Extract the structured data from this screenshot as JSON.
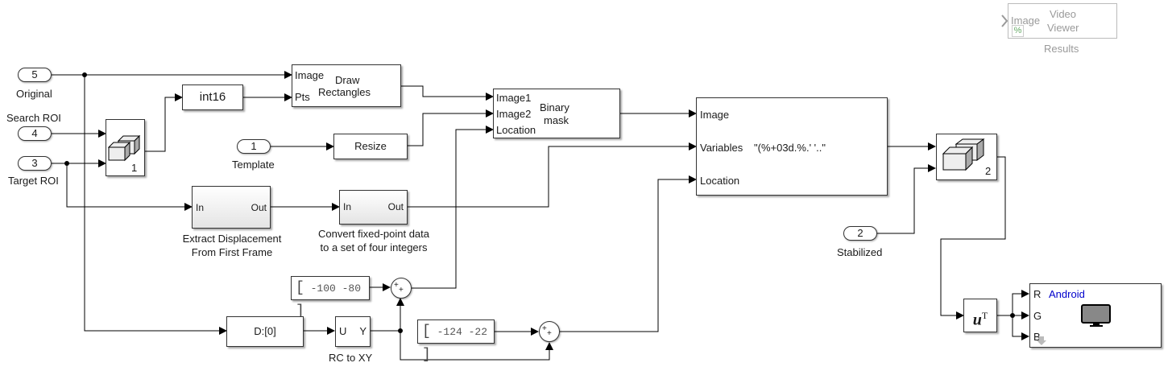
{
  "model": {
    "inports": [
      {
        "number": "5",
        "label": "Original"
      },
      {
        "number": "4",
        "label": "Search ROI"
      },
      {
        "number": "3",
        "label": "Target ROI"
      },
      {
        "number": "1",
        "label": "Template"
      },
      {
        "number": "2",
        "label": "Stabilized"
      }
    ],
    "selector1": {
      "index": "1"
    },
    "selector2": {
      "index": "2"
    },
    "int16": {
      "label": "int16"
    },
    "draw_rect": {
      "title_line1": "Draw",
      "title_line2": "Rectangles",
      "port_image": "Image",
      "port_pts": "Pts"
    },
    "resize": {
      "label": "Resize"
    },
    "binary_mask": {
      "title_line1": "Binary",
      "title_line2": "mask",
      "port_image1": "Image1",
      "port_image2": "Image2",
      "port_location": "Location"
    },
    "insert_text": {
      "port_image": "Image",
      "port_variables": "Variables",
      "port_location": "Location",
      "format": "\"(%+03d.%.' '..\""
    },
    "extract": {
      "port_in": "In",
      "port_out": "Out",
      "caption_line1": "Extract Displacement",
      "caption_line2": "From First Frame"
    },
    "convert": {
      "port_in": "In",
      "port_out": "Out",
      "caption_line1": "Convert fixed-point data",
      "caption_line2": "to a set of four integers"
    },
    "const1": {
      "value": "-100 -80"
    },
    "const2": {
      "value": "-124 -22"
    },
    "delay": {
      "label": "D:[0]"
    },
    "rc_to_xy": {
      "port_u": "U",
      "port_y": "Y",
      "caption": "RC to XY"
    },
    "sum_signs": "++",
    "transpose": {
      "label": "u",
      "sup": "T"
    },
    "android": {
      "title": "Android",
      "port_r": "R",
      "port_g": "G",
      "port_b": "B",
      "title_color": "#0000cc"
    },
    "video_viewer": {
      "port": "Image",
      "title_line1": "Video",
      "title_line2": "Viewer",
      "caption": "Results",
      "badge": "%"
    }
  }
}
